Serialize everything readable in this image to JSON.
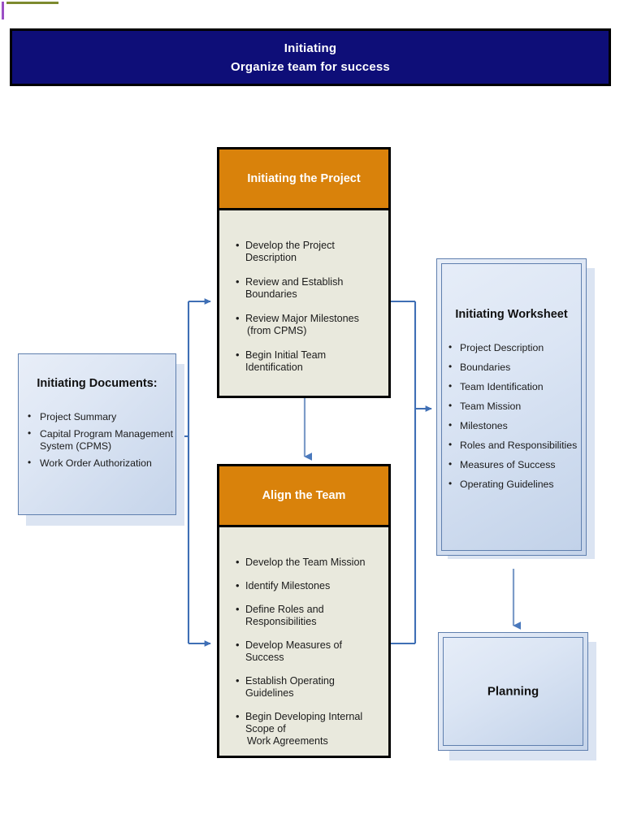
{
  "banner": {
    "title_line1": "Initiating",
    "title_line2": "Organize team for success",
    "background_color": "#0e0e78",
    "text_color": "#ffffff"
  },
  "decor": {
    "rule_horizontal_color": "#7d8a2e",
    "rule_vertical_color": "#9b4fc4"
  },
  "theme": {
    "process_header_color": "#d9820b",
    "process_body_color": "#e9e9dd",
    "blue_box_border": "#5f7fae",
    "connector_color": "#3f6fb5"
  },
  "nodes": {
    "initiating_documents": {
      "title": "Initiating Documents:",
      "items": [
        "Project Summary",
        {
          "text": "Capital Program Management",
          "cont": "System (CPMS)"
        },
        "Work Order Authorization"
      ]
    },
    "initiating_the_project": {
      "title": "Initiating the Project",
      "items": [
        "Develop the Project Description",
        "Review and Establish Boundaries",
        {
          "text": "Review Major Milestones",
          "cont": "(from CPMS)"
        },
        "Begin Initial Team Identification"
      ]
    },
    "align_the_team": {
      "title": "Align the Team",
      "items": [
        "Develop the Team Mission",
        "Identify Milestones",
        "Define Roles and Responsibilities",
        "Develop Measures of Success",
        "Establish Operating Guidelines",
        {
          "text": "Begin Developing Internal Scope of",
          "cont": "Work Agreements"
        }
      ]
    },
    "initiating_worksheet": {
      "title": "Initiating Worksheet",
      "items": [
        "Project Description",
        "Boundaries",
        "Team Identification",
        "Team Mission",
        "Milestones",
        "Roles and Responsibilities",
        "Measures of Success",
        "Operating Guidelines"
      ]
    },
    "planning": {
      "title": "Planning"
    }
  },
  "connectors": [
    {
      "name": "documents-to-initiating-project",
      "from": "initiating_documents",
      "to": "initiating_the_project"
    },
    {
      "name": "documents-to-align-team",
      "from": "initiating_documents",
      "to": "align_the_team"
    },
    {
      "name": "initiating-project-to-align-team",
      "from": "initiating_the_project",
      "to": "align_the_team"
    },
    {
      "name": "initiating-project-to-worksheet",
      "from": "initiating_the_project",
      "to": "initiating_worksheet"
    },
    {
      "name": "align-team-to-worksheet",
      "from": "align_the_team",
      "to": "initiating_worksheet"
    },
    {
      "name": "worksheet-to-planning",
      "from": "initiating_worksheet",
      "to": "planning"
    }
  ]
}
